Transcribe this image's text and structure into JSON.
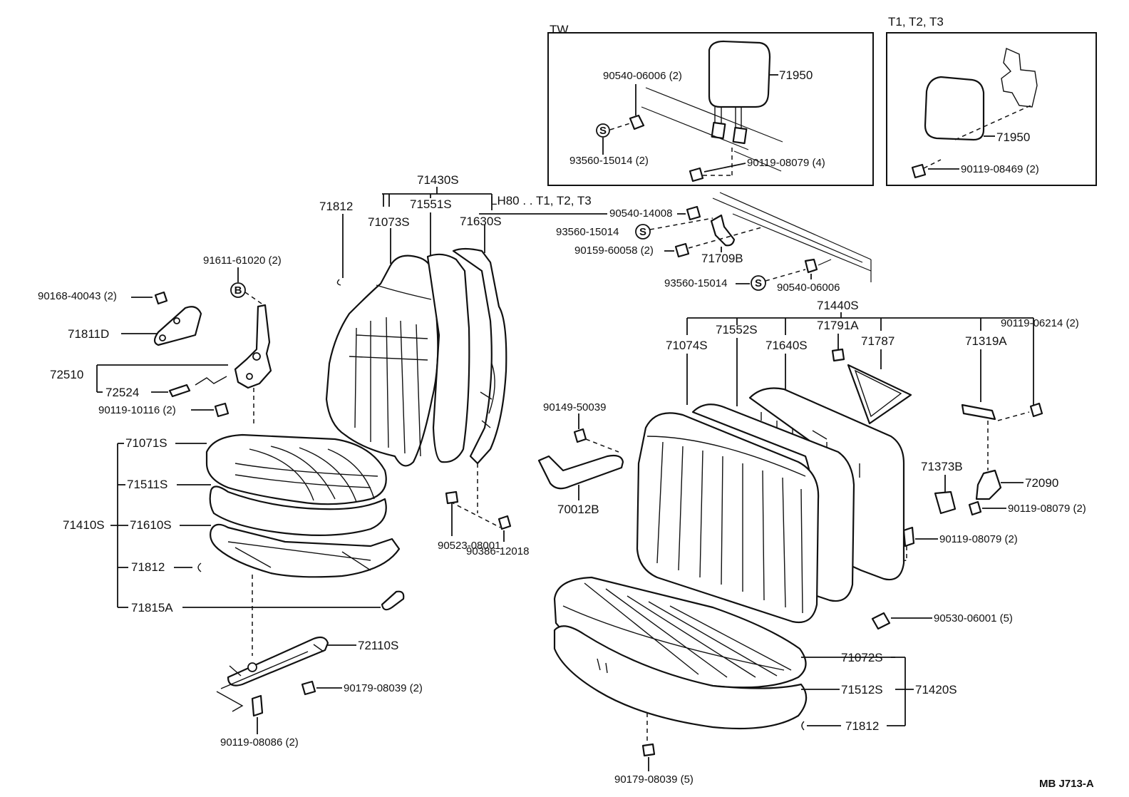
{
  "section_labels": {
    "tw": "TW",
    "t123": "T1, T2, T3",
    "lh80": "LH80 . . T1, T2, T3"
  },
  "symbols": {
    "s": "S",
    "b": "B"
  },
  "doc_code": "MB  J713-A",
  "parts": {
    "p71950_tw": "71950",
    "p90540_06006_2": "90540-06006 (2)",
    "p93560_15014_2": "93560-15014 (2)",
    "p90119_08079_4": "90119-08079 (4)",
    "p71950_t": "71950",
    "p90119_08469_2": "90119-08469 (2)",
    "p71430s": "71430S",
    "p71812_a": "71812",
    "p71073s": "71073S",
    "p71551s": "71551S",
    "p71630s": "71630S",
    "p90540_14008": "90540-14008",
    "p93560_15014_a": "93560-15014",
    "p90159_60058_2": "90159-60058 (2)",
    "p71709b": "71709B",
    "p93560_15014_b": "93560-15014",
    "p90540_06006": "90540-06006",
    "p71440s": "71440S",
    "p90119_06214_2": "90119-06214 (2)",
    "p71074s": "71074S",
    "p71552s": "71552S",
    "p71791a": "71791A",
    "p71640s": "71640S",
    "p71787": "71787",
    "p71319a": "71319A",
    "p91611_61020_2": "91611-61020 (2)",
    "p90168_40043_2": "90168-40043 (2)",
    "p71811d": "71811D",
    "p72510": "72510",
    "p72524": "72524",
    "p90119_10116_2": "90119-10116 (2)",
    "p71071s": "71071S",
    "p71511s": "71511S",
    "p71410s": "71410S",
    "p71610s": "71610S",
    "p71812_b": "71812",
    "p71815a": "71815A",
    "p72110s": "72110S",
    "p90179_08039_2": "90179-08039 (2)",
    "p90119_08086_2": "90119-08086 (2)",
    "p90149_50039": "90149-50039",
    "p70012b": "70012B",
    "p90523_08001": "90523-08001",
    "p90386_12018": "90386-12018",
    "p71373b": "71373B",
    "p72090": "72090",
    "p90119_08079_2a": "90119-08079 (2)",
    "p90119_08079_2b": "90119-08079 (2)",
    "p90530_06001_5": "90530-06001 (5)",
    "p71072s": "71072S",
    "p71512s": "71512S",
    "p71420s": "71420S",
    "p71812_c": "71812",
    "p90179_08039_5": "90179-08039 (5)"
  }
}
